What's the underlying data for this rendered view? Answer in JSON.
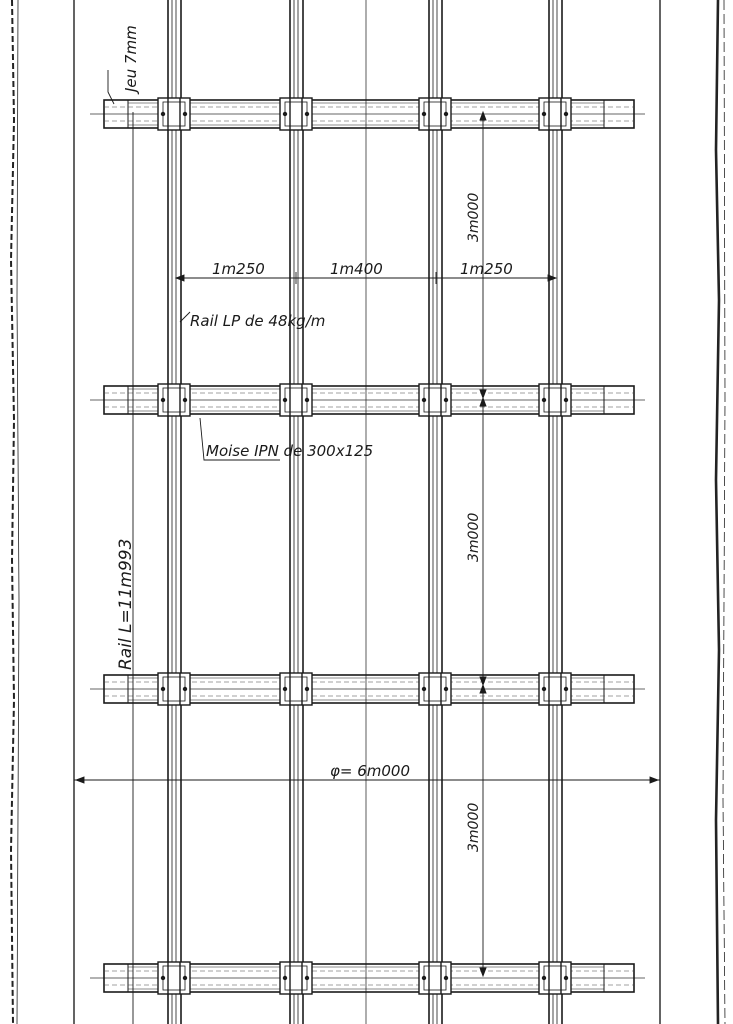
{
  "labels": {
    "clearance": "Jeu 7mm",
    "span_left": "1m250",
    "span_middle": "1m400",
    "span_right": "1m250",
    "rail_type": "Rail LP de 48kg/m",
    "beam_type": "Moise IPN de 300x125",
    "rail_length": "Rail L=11m993",
    "diameter": "φ= 6m000",
    "spacing_1": "3m000",
    "spacing_2": "3m000",
    "spacing_3": "3m000"
  }
}
